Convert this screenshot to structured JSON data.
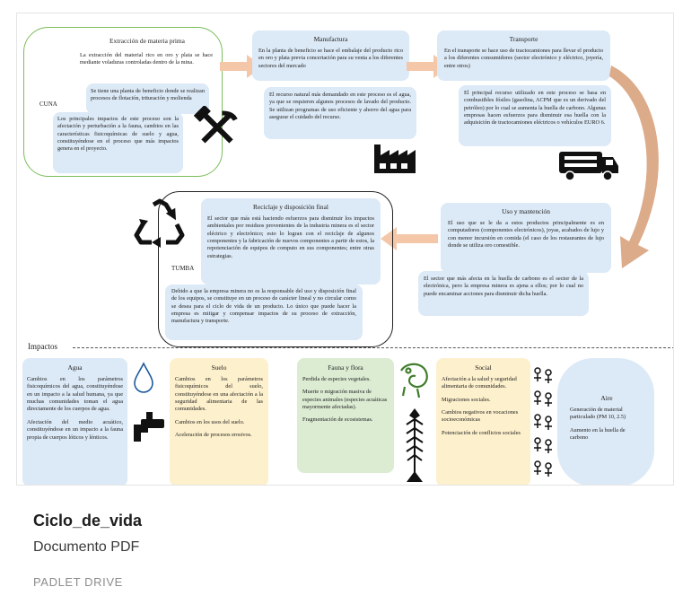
{
  "document": {
    "cycle": {
      "extraction": {
        "title": "Extracción de materia prima",
        "p1": "La extracción del material rico en oro y plata se hace mediante voladuras controladas dentro de la mina.",
        "p2": "Se tiene una planta de beneficio donde se realizan procesos de flotación, trituración y molienda",
        "p3": "Los principales impactos de este proceso son la afectación y perturbación a la fauna, cambios en las características fisicoquímicas de suelo y agua, constituyéndose en el proceso que más impactos genera en el proyecto.",
        "stage_label": "CUNA"
      },
      "manufacture": {
        "title": "Manufactura",
        "p1": "En la planta de beneficio se hace el embalaje del producto rico en oro y plata previa concertación para su venta a los diferentes sectores del mercado",
        "p2": "El recurso natural más demandado en este proceso es el agua, ya que se requieren algunos procesos de lavado del producto. Se utilizan programas de uso eficiente y ahorro del agua para asegurar el cuidado del recurso."
      },
      "transport": {
        "title": "Transporte",
        "p1": "En el transporte se hace uso de tractocamiones para llevar el producto a los diferentes consumidores (sector electrónico y eléctrico, joyería, entre otros)",
        "p2": "El principal recurso utilizado en este proceso se basa en combustibles fósiles (gasolina, ACPM que es un derivado del petróleo) por lo cual se aumenta la huella de carbono. Algunas empresas hacen esfuerzos para disminuir esa huella con la adquisición de tractocamiones eléctricos o vehículos EURO 6."
      },
      "use": {
        "title": "Uso y mantención",
        "p1": "El uso que se le da a estos productos principalmente es en computadores (componentes electrónicos), joyas, acabados de lujo y con menor incursión en comida (el caso de los restaurantes de lujo donde se utiliza oro comestible.",
        "p2": "El sector que más afecta en la huella de carbono es el sector de la electrónica, pero la empresa minera es ajena a ellos; por lo cual no puede encaminar acciones para disminuir dicha huella."
      },
      "recycling": {
        "title": "Reciclaje y disposición final",
        "p1": "El sector que más está haciendo esfuerzos para disminuir los impactos ambientales por residuos provenientes de la industria minera es el sector eléctrico y electrónico; esto lo logran con el reciclaje de algunos componentes y la fabricación de nuevos componentes a partir de estos, la repotenciación de equipos de computo en sus componentes; entre otras estrategias.",
        "p2": "Debido a que la empresa minera no es la responsable del uso y disposición final de los equipos, se constituye en un proceso de carácter lineal y no circular como se desea para el ciclo de vida de un producto. Lo único que puede hacer la empresa es mitigar y compensar impactos de su proceso de extracción, manufactura y transporte.",
        "stage_label": "TUMBA"
      }
    },
    "impacts": {
      "heading": "Impactos",
      "agua": {
        "title": "Agua",
        "p1": "Cambios en los parámetros fisicoquímicos del agua, constituyéndose en un impacto a la salud humana, ya que muchas comunidades toman el agua directamente de los cuerpos de agua.",
        "p2": "Afectación del medio acuático, constituyéndose en un impacto a la fauna propia de cuerpos lóticos y lénticos."
      },
      "suelo": {
        "title": "Suelo",
        "p1": "Cambios en los parámetros fisicoquímicos del suelo, constituyéndose en una afectación a la seguridad alimentaria de las comunidades.",
        "p2": "Cambios en los usos del suelo.",
        "p3": "Aceleración de procesos erosivos."
      },
      "fauna": {
        "title": "Fauna y flora",
        "p1": "Perdida de especies vegetales.",
        "p2": "Muerte o migración masiva de especies animales (especies acuáticas mayormente afectadas).",
        "p3": "Fragmentación de ecosistemas."
      },
      "social": {
        "title": "Social",
        "p1": "Afectación a la salud y seguridad alimentaria de comunidades.",
        "p2": "Migraciones sociales.",
        "p3": "Cambios negativos en vocaciones socioeconómicas",
        "p4": "Potenciación de conflictos sociales"
      },
      "aire": {
        "title": "Aire",
        "p1": "Generación de material particulado (PM 10, 2.5)",
        "p2": "Aumento en la huella de carbono"
      }
    }
  },
  "file": {
    "title": "Ciclo_de_vida",
    "type": "Documento PDF",
    "source": "PADLET DRIVE"
  },
  "colors": {
    "stage_blue": "#dce9f6",
    "stage_green": "#dcecd3",
    "stage_yellow": "#fdf0cc",
    "arrow_peach": "#f4c7a8",
    "green_outline": "#7bbd5a"
  },
  "icons": [
    "hammer-pick-icon",
    "factory-icon",
    "truck-icon",
    "recycle-icon",
    "water-drop-icon",
    "faucet-icon",
    "chameleon-icon",
    "fish-skeleton-icon",
    "people-group-icon"
  ]
}
